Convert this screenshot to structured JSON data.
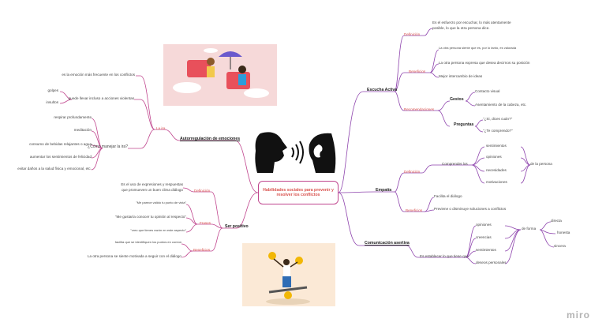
{
  "root": {
    "line1": "Habilidades sociales para prevenir y",
    "line2": "resolver los conflictos"
  },
  "escucha": {
    "title": "Escucha Activa",
    "definicion": {
      "label": "Definición",
      "text1": "Es el esfuerzo por escuchar, lo más atentamente",
      "text2": "posible, lo que la otra persona dice."
    },
    "beneficios": {
      "label": "Beneficios",
      "items": [
        "La otra persona siente que es, por lo tanto, es valorada",
        "La otra persona expresa que desea decirnos su posición",
        "Mejor intercambio de ideas"
      ]
    },
    "recomendaciones": {
      "label": "Recomendaciones",
      "gestos": {
        "label": "Gestos",
        "items": [
          "Contacto visual",
          "Asentamiento de la cabeza, etc."
        ]
      },
      "preguntas": {
        "label": "Preguntas",
        "items": [
          "\"¿Si, dices cuán?\"",
          "\"¿Te comprendo?\""
        ]
      }
    }
  },
  "empatia": {
    "title": "Empatía",
    "definicion": {
      "label": "Definición",
      "comprender": "Comprender los",
      "items": [
        "sentimientos",
        "opiniones",
        "necesidades",
        "motivaciones"
      ],
      "de": "de la persona"
    },
    "beneficios": {
      "label": "Beneficios",
      "items": [
        "Facilita el diálogo",
        "Previene o disminuye soluciones a conflictos"
      ]
    }
  },
  "comunicacion": {
    "title": "Comunicación asertiva",
    "establecer": "Es establecer lo que tiene que",
    "items": [
      "opiniones",
      "creencias",
      "sentimientos",
      "deseos personales"
    ],
    "deforma": "de forma",
    "formas": [
      "directa",
      "honesta",
      "sincera"
    ]
  },
  "autorregulacion": {
    "title": "Autorregulación de emociones",
    "ira": {
      "label": "La ira",
      "emocion": "es la emoción más frecuente en los conflictos",
      "puede": "puede llevar incluso a acciones violentas",
      "acciones": [
        "golpes",
        "insultos"
      ],
      "manejar": "¿Cómo manejar la ira?",
      "tips": [
        "respirar profundamente",
        "meditación",
        "consumo de bebidas relajantes o agua",
        "aumentar los sentimientos de felicidad",
        "evitar daños a la salud física y emocional, etc."
      ]
    }
  },
  "yo": {
    "title": "Ser positivo",
    "definicion": {
      "label": "Definición",
      "text1": "Es el uso de expresiones y respuestas",
      "text2": "que promueven un buen clima diálogo"
    },
    "frases": {
      "label": "Frases",
      "items": [
        "\"Me parece válido tu punto de vista\"",
        "\"Me gustaría conocer tu opinión al respecto\"",
        "\"creo que tienes razón en este aspecto\""
      ]
    },
    "beneficios": {
      "label": "Beneficios",
      "items": [
        "facilita que se identifiquen los puntos en común",
        "La otra persona se siente motivada a seguir con el diálogo"
      ]
    }
  },
  "branding": {
    "logo": "miro"
  }
}
